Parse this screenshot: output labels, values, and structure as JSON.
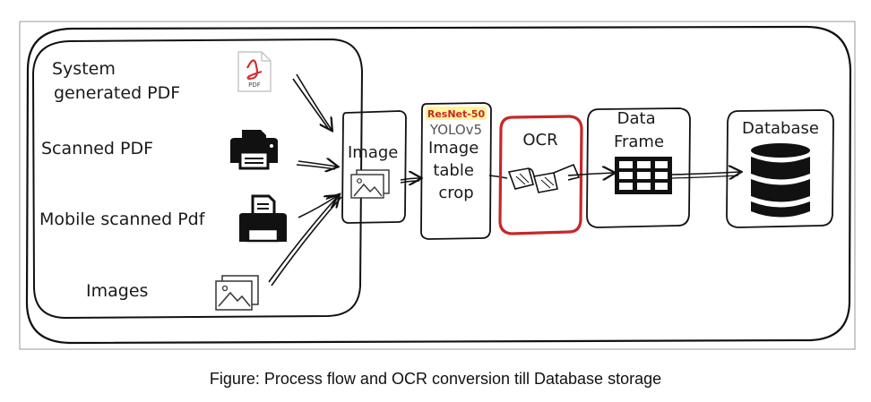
{
  "sources": [
    {
      "label_lines": [
        "System",
        "generated PDF"
      ],
      "icon": "pdf-file-icon"
    },
    {
      "label_lines": [
        "Scanned PDF"
      ],
      "icon": "printer-icon"
    },
    {
      "label_lines": [
        "Mobile scanned Pdf"
      ],
      "icon": "printer-document-icon"
    },
    {
      "label_lines": [
        "Images"
      ],
      "icon": "image-stack-icon"
    }
  ],
  "pdf_icon_text": "PDF",
  "steps": [
    {
      "label_lines": [
        "Image"
      ],
      "icon": "image-icon"
    },
    {
      "badges": [
        "ResNet-50",
        "YOLOv5"
      ],
      "label_lines": [
        "Image",
        "table",
        "crop"
      ]
    },
    {
      "label_lines": [
        "OCR"
      ],
      "icon": "glasses-icon",
      "highlight_color": "#c62828"
    },
    {
      "label_lines": [
        "Data",
        "Frame"
      ],
      "icon": "table-grid-icon"
    },
    {
      "label_lines": [
        "Database"
      ],
      "icon": "database-icon"
    }
  ],
  "caption": "Figure: Process flow and OCR conversion till Database storage"
}
